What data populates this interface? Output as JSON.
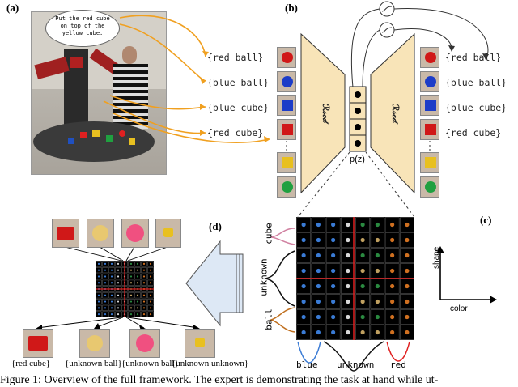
{
  "panels": {
    "a": "(a)",
    "b": "(b)",
    "c": "(c)",
    "d": "(d)"
  },
  "speech_bubble": {
    "line1": "Put the red cube",
    "line2": "on top of the",
    "line3": "yellow cube."
  },
  "queries_left": [
    "{red ball}",
    "{blue ball}",
    "{blue cube}",
    "{red cube}"
  ],
  "queries_right": [
    "{red ball}",
    "{blue ball}",
    "{blue cube}",
    "{red cube}"
  ],
  "latent_label": "p(z)",
  "grid_labels": {
    "y_top": "cube",
    "y_mid": "unknown",
    "y_bot": "ball",
    "x_left": "blue",
    "x_mid": "unknown",
    "x_right": "red"
  },
  "axes_labels": {
    "y": "shape",
    "x": "color"
  },
  "bottom_labels": [
    "{red cube}",
    "{unknown ball}",
    "{unknown ball}",
    "{unknown unknown}"
  ],
  "caption": "Figure 1: Overview of the full framework. The expert is demonstrating the task at hand while ut-",
  "colors": {
    "orange": "#f0a020",
    "tan": "#f8e4b8",
    "red_line": "#e02020",
    "blue_line": "#3a7bd5",
    "pink_line": "#d080a0",
    "brown_line": "#c07020",
    "arrow_fill": "#dde8f5"
  }
}
